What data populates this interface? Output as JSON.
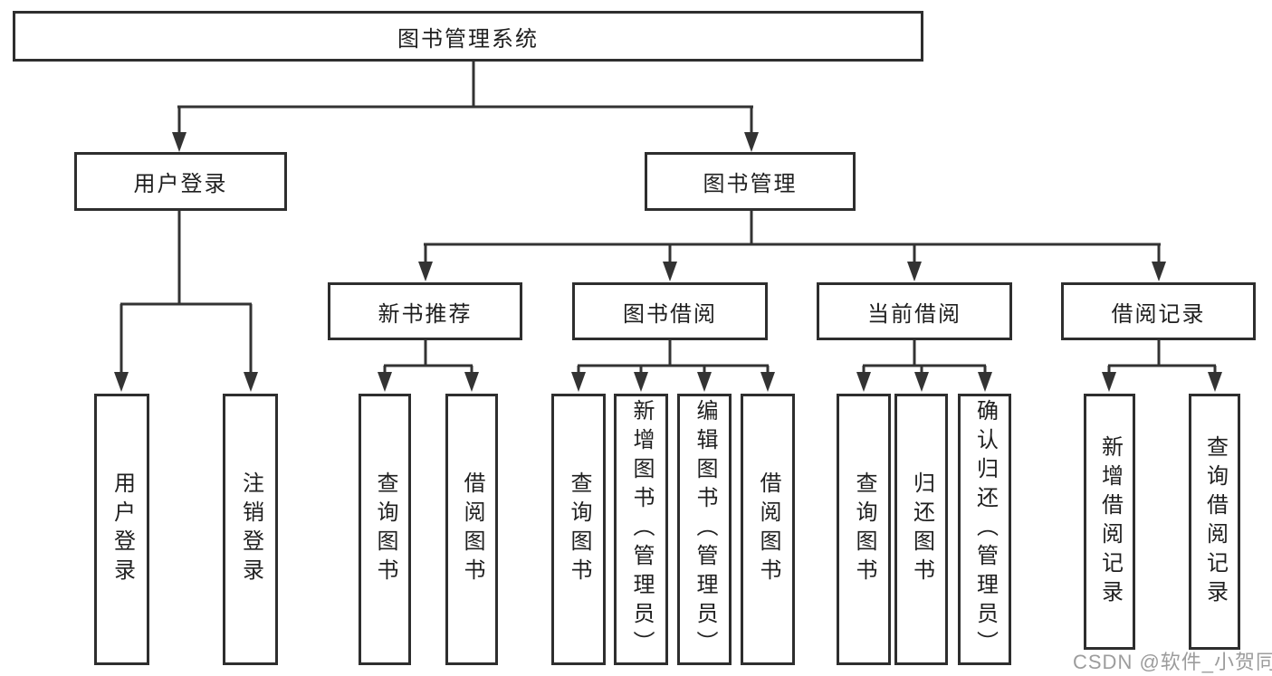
{
  "diagram": {
    "root": {
      "label": "图书管理系统"
    },
    "branches": [
      {
        "label": "用户登录",
        "children": [
          {
            "label": "用户登录"
          },
          {
            "label": "注销登录"
          }
        ]
      },
      {
        "label": "图书管理",
        "children": [
          {
            "label": "新书推荐",
            "children": [
              {
                "label": "查询图书"
              },
              {
                "label": "借阅图书"
              }
            ]
          },
          {
            "label": "图书借阅",
            "children": [
              {
                "label": "查询图书"
              },
              {
                "label": "新增图书（管理员）"
              },
              {
                "label": "编辑图书（管理员）"
              },
              {
                "label": "借阅图书"
              }
            ]
          },
          {
            "label": "当前借阅",
            "children": [
              {
                "label": "查询图书"
              },
              {
                "label": "归还图书"
              },
              {
                "label": "确认归还（管理员）"
              }
            ]
          },
          {
            "label": "借阅记录",
            "children": [
              {
                "label": "新增借阅记录"
              },
              {
                "label": "查询借阅记录"
              }
            ]
          }
        ]
      }
    ]
  },
  "watermark": {
    "text": "CSDN @软件_小贺同学"
  },
  "colors": {
    "line": "#333333",
    "box_border": "#2e2e2e",
    "box_fill": "#ffffff",
    "text": "#1f1f1f",
    "watermark": "#9c9c9c",
    "background": "#ffffff"
  }
}
